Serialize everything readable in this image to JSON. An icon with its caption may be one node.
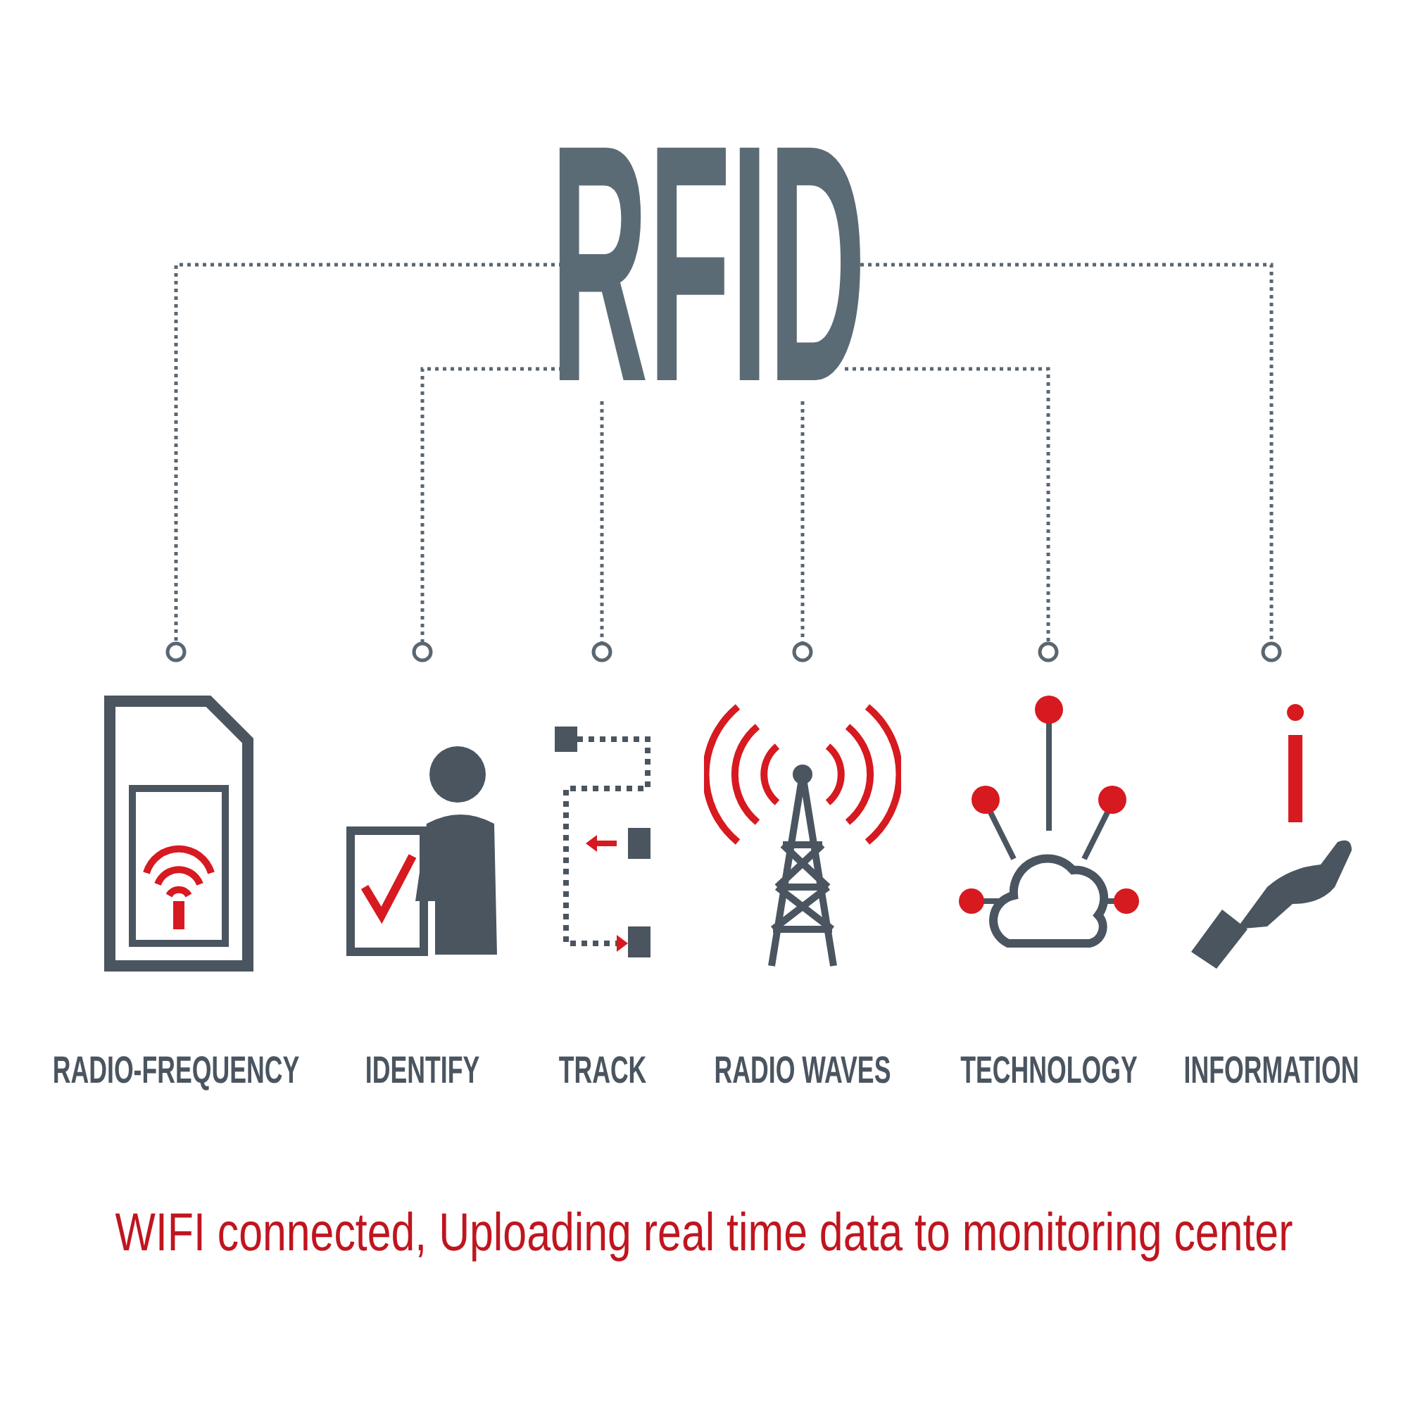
{
  "diagram": {
    "nodes": [
      {
        "text": [
          "RFID"
        ]
      },
      {
        "text": [
          "RADIO-FREQUENCY"
        ]
      },
      {
        "text": [
          "IDENTIFY"
        ]
      },
      {
        "text": [
          "TRACK"
        ]
      },
      {
        "text": [
          "RADIO WAVES"
        ]
      },
      {
        "text": [
          "TECHNOLOGY"
        ]
      },
      {
        "text": [
          "INFORMATION"
        ]
      }
    ],
    "edges": [
      {
        "from": 0,
        "to": 1,
        "arrow": "other",
        "style": "dashed"
      },
      {
        "from": 0,
        "to": 2,
        "arrow": "other",
        "style": "dashed"
      },
      {
        "from": 0,
        "to": 3,
        "arrow": "other",
        "style": "dashed"
      },
      {
        "from": 0,
        "to": 4,
        "arrow": "other",
        "style": "dashed"
      },
      {
        "from": 0,
        "to": 5,
        "arrow": "other",
        "style": "dashed"
      },
      {
        "from": 0,
        "to": 6,
        "arrow": "other",
        "style": "dashed"
      }
    ],
    "caption": "WIFI connected, Uploading real time data to monitoring center"
  }
}
